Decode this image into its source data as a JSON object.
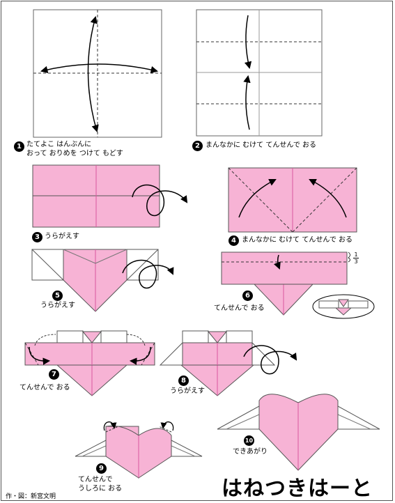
{
  "title": "はねつきはーと",
  "credit": "作・図：新宮文明",
  "fraction": {
    "numerator": "1",
    "denominator": "3"
  },
  "steps": [
    {
      "number": "1",
      "lines": [
        "たてよこ はんぶんに",
        "おって おりめを つけて もどす"
      ]
    },
    {
      "number": "2",
      "lines": [
        "まんなかに むけて てんせんで おる"
      ]
    },
    {
      "number": "3",
      "lines": [
        "うらがえす"
      ]
    },
    {
      "number": "4",
      "lines": [
        "まんなかに むけて てんせんで おる"
      ]
    },
    {
      "number": "5",
      "lines": [
        "うらがえす"
      ]
    },
    {
      "number": "6",
      "lines": [
        "てんせんで おる"
      ]
    },
    {
      "number": "7",
      "lines": [
        "てんせんで おる"
      ]
    },
    {
      "number": "8",
      "lines": [
        "うらがえす"
      ]
    },
    {
      "number": "9",
      "lines": [
        "てんせんで",
        "うしろに おる"
      ]
    },
    {
      "number": "10",
      "lines": [
        "できあがり"
      ]
    }
  ],
  "colors": {
    "paper": "#f7b3d5",
    "fold_line": "#d9579f",
    "white": "#ffffff",
    "ink": "#000000"
  }
}
